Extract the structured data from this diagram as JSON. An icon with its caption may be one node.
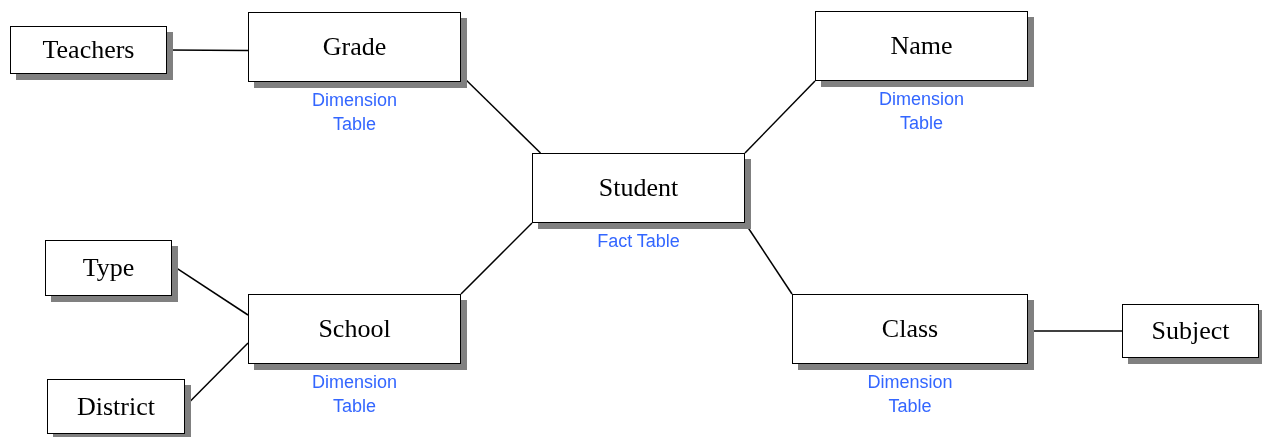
{
  "diagram": {
    "nodes": [
      {
        "text": [
          "Teachers"
        ]
      },
      {
        "text": [
          "Grade"
        ],
        "beside": [
          "Dimension Table"
        ]
      },
      {
        "text": [
          "Name"
        ],
        "beside": [
          "Dimension Table"
        ]
      },
      {
        "text": [
          "Student"
        ],
        "beside": [
          "Fact Table"
        ]
      },
      {
        "text": [
          "Type"
        ]
      },
      {
        "text": [
          "School"
        ],
        "beside": [
          "Dimension Table"
        ]
      },
      {
        "text": [
          "Class"
        ],
        "beside": [
          "Dimension Table"
        ]
      },
      {
        "text": [
          "Subject"
        ]
      },
      {
        "text": [
          "District"
        ]
      }
    ],
    "edges": [
      {
        "from": 0,
        "to": 1,
        "arrow": "none"
      },
      {
        "from": 1,
        "to": 3,
        "arrow": "none"
      },
      {
        "from": 2,
        "to": 3,
        "arrow": "none"
      },
      {
        "from": 3,
        "to": 5,
        "arrow": "none"
      },
      {
        "from": 3,
        "to": 6,
        "arrow": "none"
      },
      {
        "from": 4,
        "to": 5,
        "arrow": "none"
      },
      {
        "from": 8,
        "to": 5,
        "arrow": "none"
      },
      {
        "from": 6,
        "to": 7,
        "arrow": "none"
      }
    ]
  }
}
